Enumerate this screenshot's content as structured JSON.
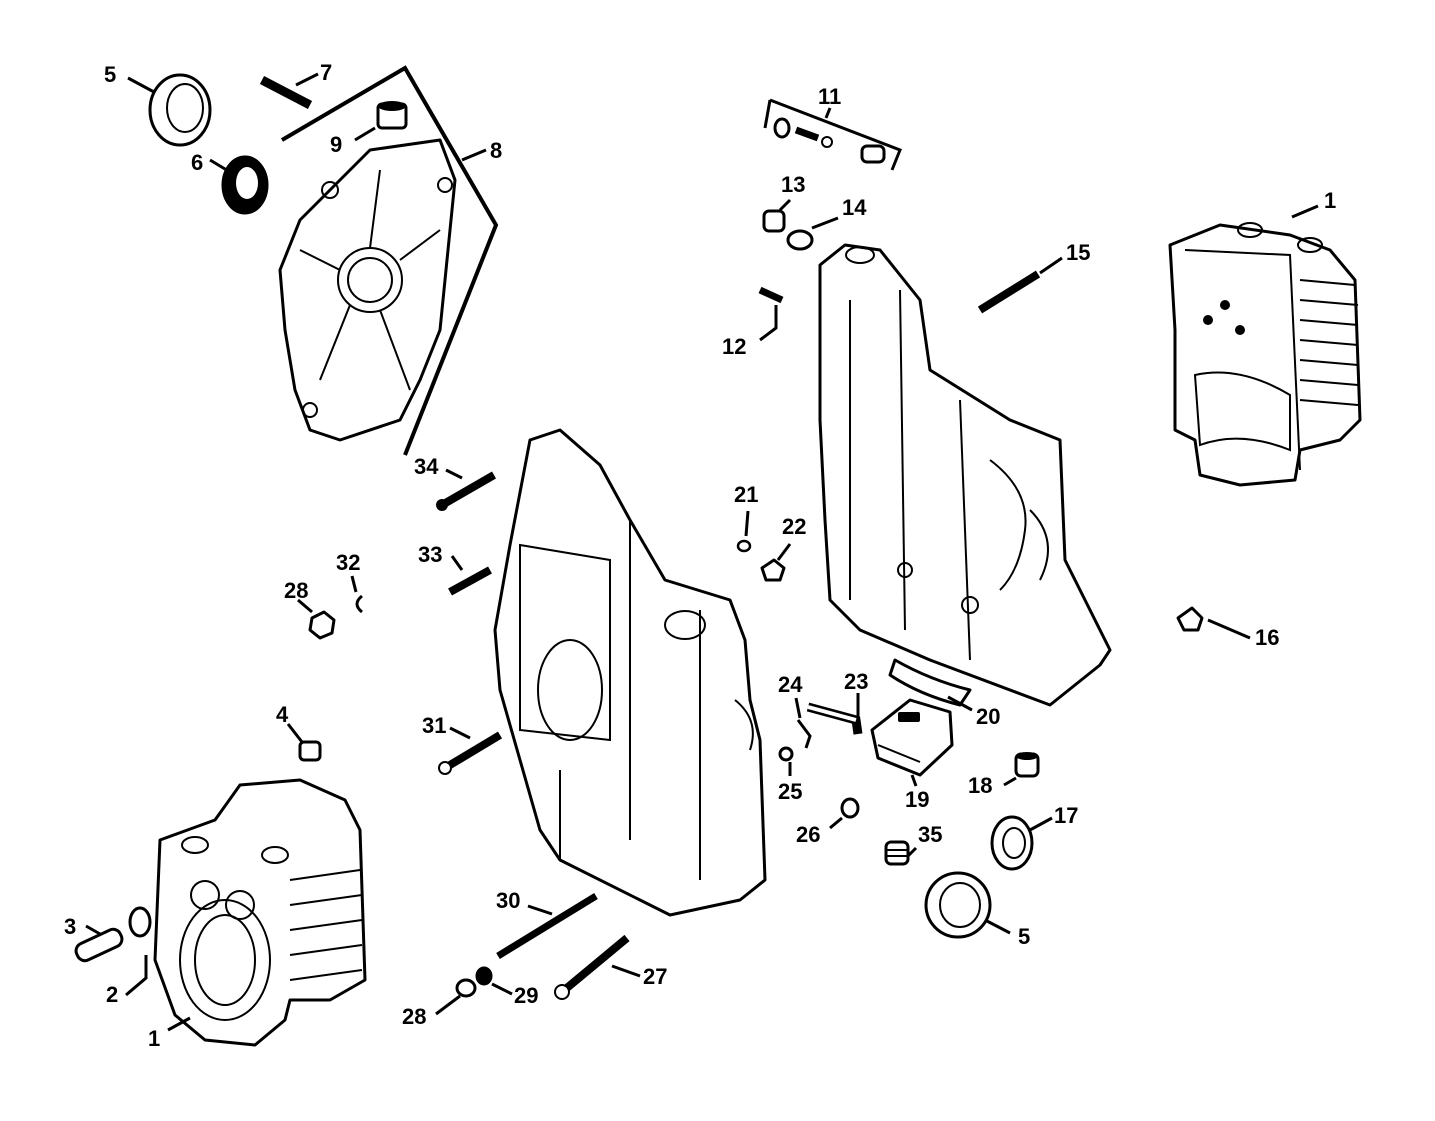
{
  "diagram": {
    "colors": {
      "ink": "#000000",
      "paper": "#ffffff"
    },
    "callouts": [
      {
        "id": "c1a",
        "label": "1"
      },
      {
        "id": "c1b",
        "label": "1"
      },
      {
        "id": "c2",
        "label": "2"
      },
      {
        "id": "c3",
        "label": "3"
      },
      {
        "id": "c4",
        "label": "4"
      },
      {
        "id": "c5a",
        "label": "5"
      },
      {
        "id": "c5b",
        "label": "5"
      },
      {
        "id": "c6",
        "label": "6"
      },
      {
        "id": "c7",
        "label": "7"
      },
      {
        "id": "c8",
        "label": "8"
      },
      {
        "id": "c9",
        "label": "9"
      },
      {
        "id": "c11",
        "label": "11"
      },
      {
        "id": "c12",
        "label": "12"
      },
      {
        "id": "c13",
        "label": "13"
      },
      {
        "id": "c14",
        "label": "14"
      },
      {
        "id": "c15",
        "label": "15"
      },
      {
        "id": "c16",
        "label": "16"
      },
      {
        "id": "c17",
        "label": "17"
      },
      {
        "id": "c18",
        "label": "18"
      },
      {
        "id": "c19",
        "label": "19"
      },
      {
        "id": "c20",
        "label": "20"
      },
      {
        "id": "c21",
        "label": "21"
      },
      {
        "id": "c22",
        "label": "22"
      },
      {
        "id": "c23",
        "label": "23"
      },
      {
        "id": "c24",
        "label": "24"
      },
      {
        "id": "c25",
        "label": "25"
      },
      {
        "id": "c26",
        "label": "26"
      },
      {
        "id": "c27",
        "label": "27"
      },
      {
        "id": "c28a",
        "label": "28"
      },
      {
        "id": "c28b",
        "label": "28"
      },
      {
        "id": "c29",
        "label": "29"
      },
      {
        "id": "c30",
        "label": "30"
      },
      {
        "id": "c31",
        "label": "31"
      },
      {
        "id": "c32",
        "label": "32"
      },
      {
        "id": "c33",
        "label": "33"
      },
      {
        "id": "c34",
        "label": "34"
      },
      {
        "id": "c35",
        "label": "35"
      }
    ]
  }
}
